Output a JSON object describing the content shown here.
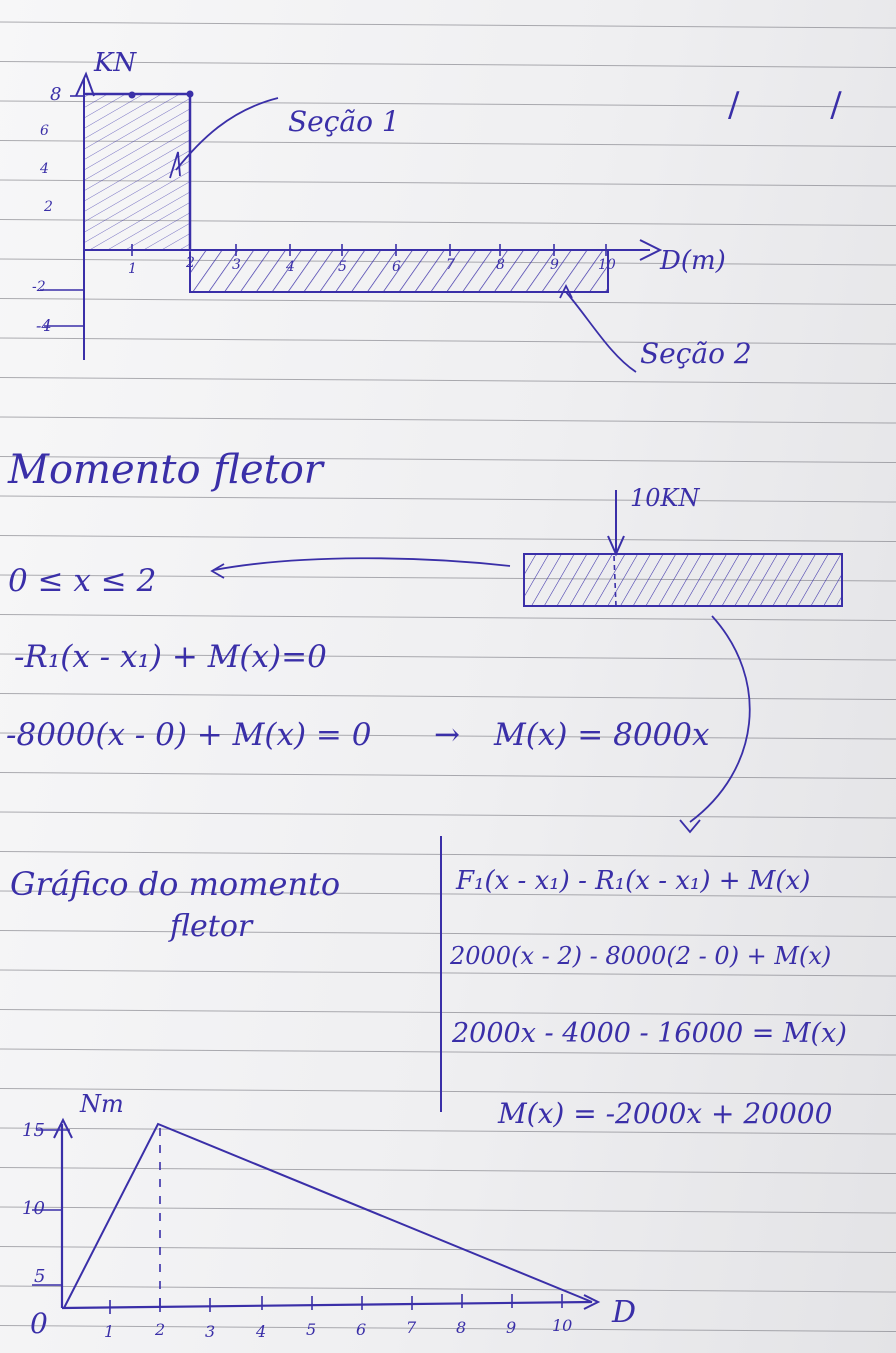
{
  "colors": {
    "ink": "#3a2fa8",
    "ruling": "#6e6e76",
    "paper": "#f3f3f5"
  },
  "shear_diagram": {
    "y_unit": "KN",
    "x_unit": "D(m)",
    "y_ticks": [
      "8",
      "6",
      "4",
      "2",
      "-2",
      "-4"
    ],
    "x_ticks": [
      "1",
      "2",
      "3",
      "4",
      "5",
      "6",
      "7",
      "8",
      "9",
      "10"
    ],
    "section_1_label": "Seção 1",
    "section_2_label": "Seção 2",
    "corner_marks": "/ /"
  },
  "moment_section": {
    "heading": "Momento fletor",
    "range": "0 ≤ x ≤ 2",
    "eq_1": "-R₁(x - x₁) + M(x)=0",
    "eq_2": "-8000(x - 0) + M(x) = 0",
    "arrow": "→",
    "result_1": "M(x) = 8000x",
    "load_label": "10KN"
  },
  "moment_graph_section": {
    "heading_line1": "Gráfico do momento",
    "heading_line2": "fletor",
    "eq_3": "F₁(x - x₁) - R₁(x - x₁) + M(x)",
    "eq_4": "2000(x - 2) - 8000(2 - 0) + M(x)",
    "eq_5": "2000x - 4000 - 16000 = M(x)",
    "eq_6": "M(x) = -2000x + 20000"
  },
  "moment_diagram": {
    "y_unit": "Nm",
    "x_unit": "D",
    "origin": "0",
    "y_ticks": [
      "15",
      "10",
      "5"
    ],
    "x_ticks": [
      "1",
      "2",
      "3",
      "4",
      "5",
      "6",
      "7",
      "8",
      "9",
      "10"
    ]
  }
}
